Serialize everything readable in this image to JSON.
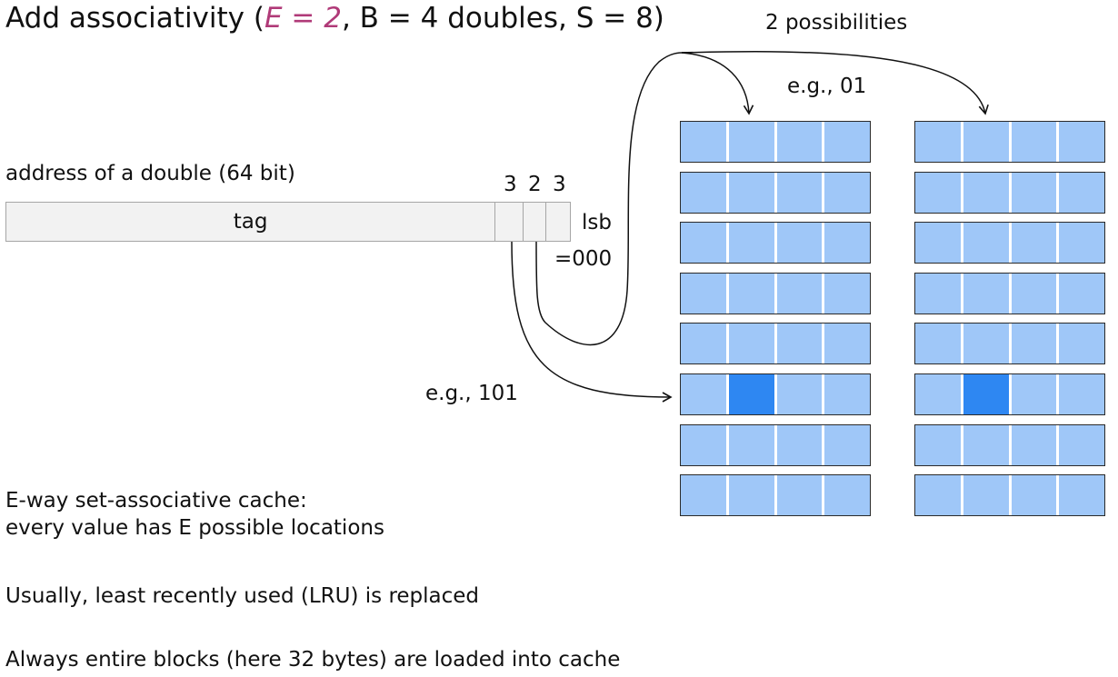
{
  "title": {
    "prefix": "Add associativity (",
    "emphasis": "E = 2",
    "suffix": ", B = 4 doubles, S = 8)"
  },
  "address": {
    "label": "address of a double (64 bit)",
    "tag_label": "tag",
    "bit_widths": [
      "3",
      "2",
      "3"
    ],
    "lsb_label": "lsb",
    "lsb_value": "=000"
  },
  "annotations": {
    "possibilities": "2 possibilities",
    "offset_example": "e.g., 01",
    "set_example": "e.g., 101"
  },
  "cache": {
    "ways": 2,
    "sets": 8,
    "blocks_per_set": 4,
    "highlight": {
      "set": 5,
      "block": 1
    },
    "colors": {
      "block": "#9fc7f8",
      "highlight": "#2e87f2",
      "accent_text": "#b03a78"
    }
  },
  "notes": [
    "E-way set-associative cache:",
    "every value has E possible locations",
    "Usually, least recently used (LRU) is replaced",
    "Always entire blocks (here 32 bytes) are loaded into cache"
  ]
}
